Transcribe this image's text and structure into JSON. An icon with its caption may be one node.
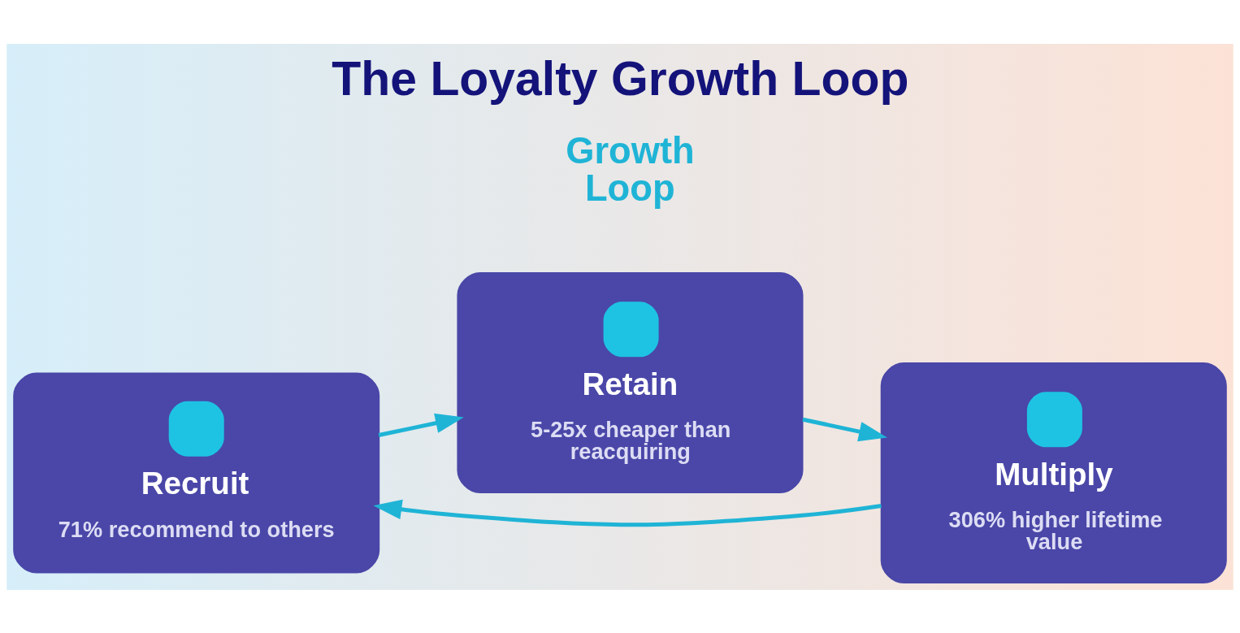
{
  "diagram": {
    "title": "The Loyalty Growth Loop",
    "nodes": [
      {
        "text": [
          "Retain",
          "5-25x cheaper than reacquiring"
        ]
      },
      {
        "text": [
          "Multiply",
          "306% higher lifetime value"
        ]
      },
      {
        "text": [
          "Recruit",
          "71% recommend to others"
        ]
      }
    ],
    "edges": [
      {
        "from": 0,
        "to": 1,
        "arrow": "to"
      },
      {
        "from": 1,
        "to": 2,
        "arrow": "to"
      },
      {
        "from": 2,
        "to": 0,
        "arrow": "to"
      }
    ],
    "labels": [
      "Growth Loop"
    ]
  }
}
